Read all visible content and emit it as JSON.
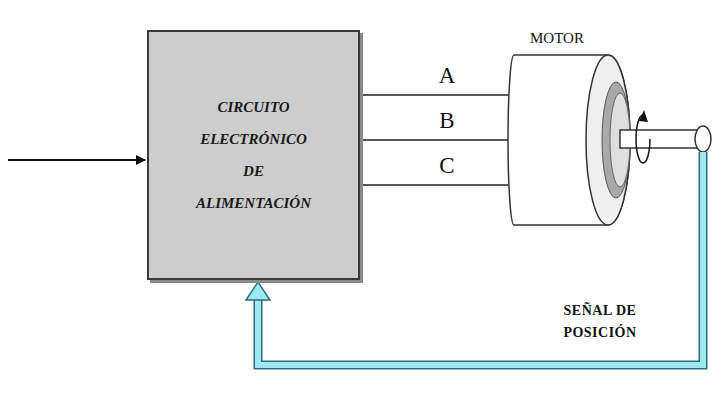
{
  "diagram": {
    "nodes": [
      {
        "text": [
          "CIRCUITO ELECTRÓNICO DE ALIMENTACIÓN"
        ]
      },
      {
        "text": [
          "MOTOR"
        ]
      }
    ],
    "edges": [
      {
        "from": 0,
        "to": 1,
        "arrow": "none",
        "label": "A"
      },
      {
        "from": 0,
        "to": 1,
        "arrow": "none",
        "label": "B"
      },
      {
        "from": 0,
        "to": 1,
        "arrow": "none",
        "label": "C"
      },
      {
        "from": 1,
        "to": 0,
        "arrow": "to",
        "label": "SEÑAL DE POSICIÓN"
      }
    ]
  }
}
